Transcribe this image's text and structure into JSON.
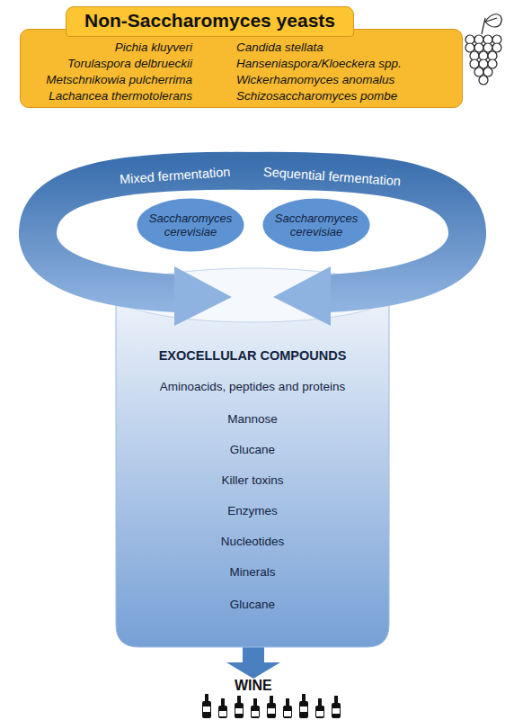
{
  "diagram": {
    "nodes": [
      {
        "text": [
          "Non-Saccharomyces yeasts",
          "Pichia kluyveri",
          "Candida stellata",
          "Torulaspora delbrueckii",
          "Hanseniaspora/Kloeckera spp.",
          "Metschnikowia pulcherrima",
          "Wickerhamomyces anomalus",
          "Lachancea thermotolerans",
          "Schizosaccharomyces pombe"
        ]
      },
      {
        "text": [
          "Mixed fermentation"
        ]
      },
      {
        "text": [
          "Saccharomyces cerevisiae"
        ],
        "in": 1
      },
      {
        "text": [
          "Sequential fermentation"
        ]
      },
      {
        "text": [
          "Saccharomyces cerevisiae"
        ],
        "in": 3
      },
      {
        "text": [
          "EXOCELLULAR COMPOUNDS",
          "Aminoacids, peptides and proteins",
          "Mannose",
          "Glucane",
          "Killer toxins",
          "Enzymes",
          "Nucleotides",
          "Minerals",
          "Glucane"
        ]
      }
    ],
    "labels": [
      "WINE"
    ]
  }
}
